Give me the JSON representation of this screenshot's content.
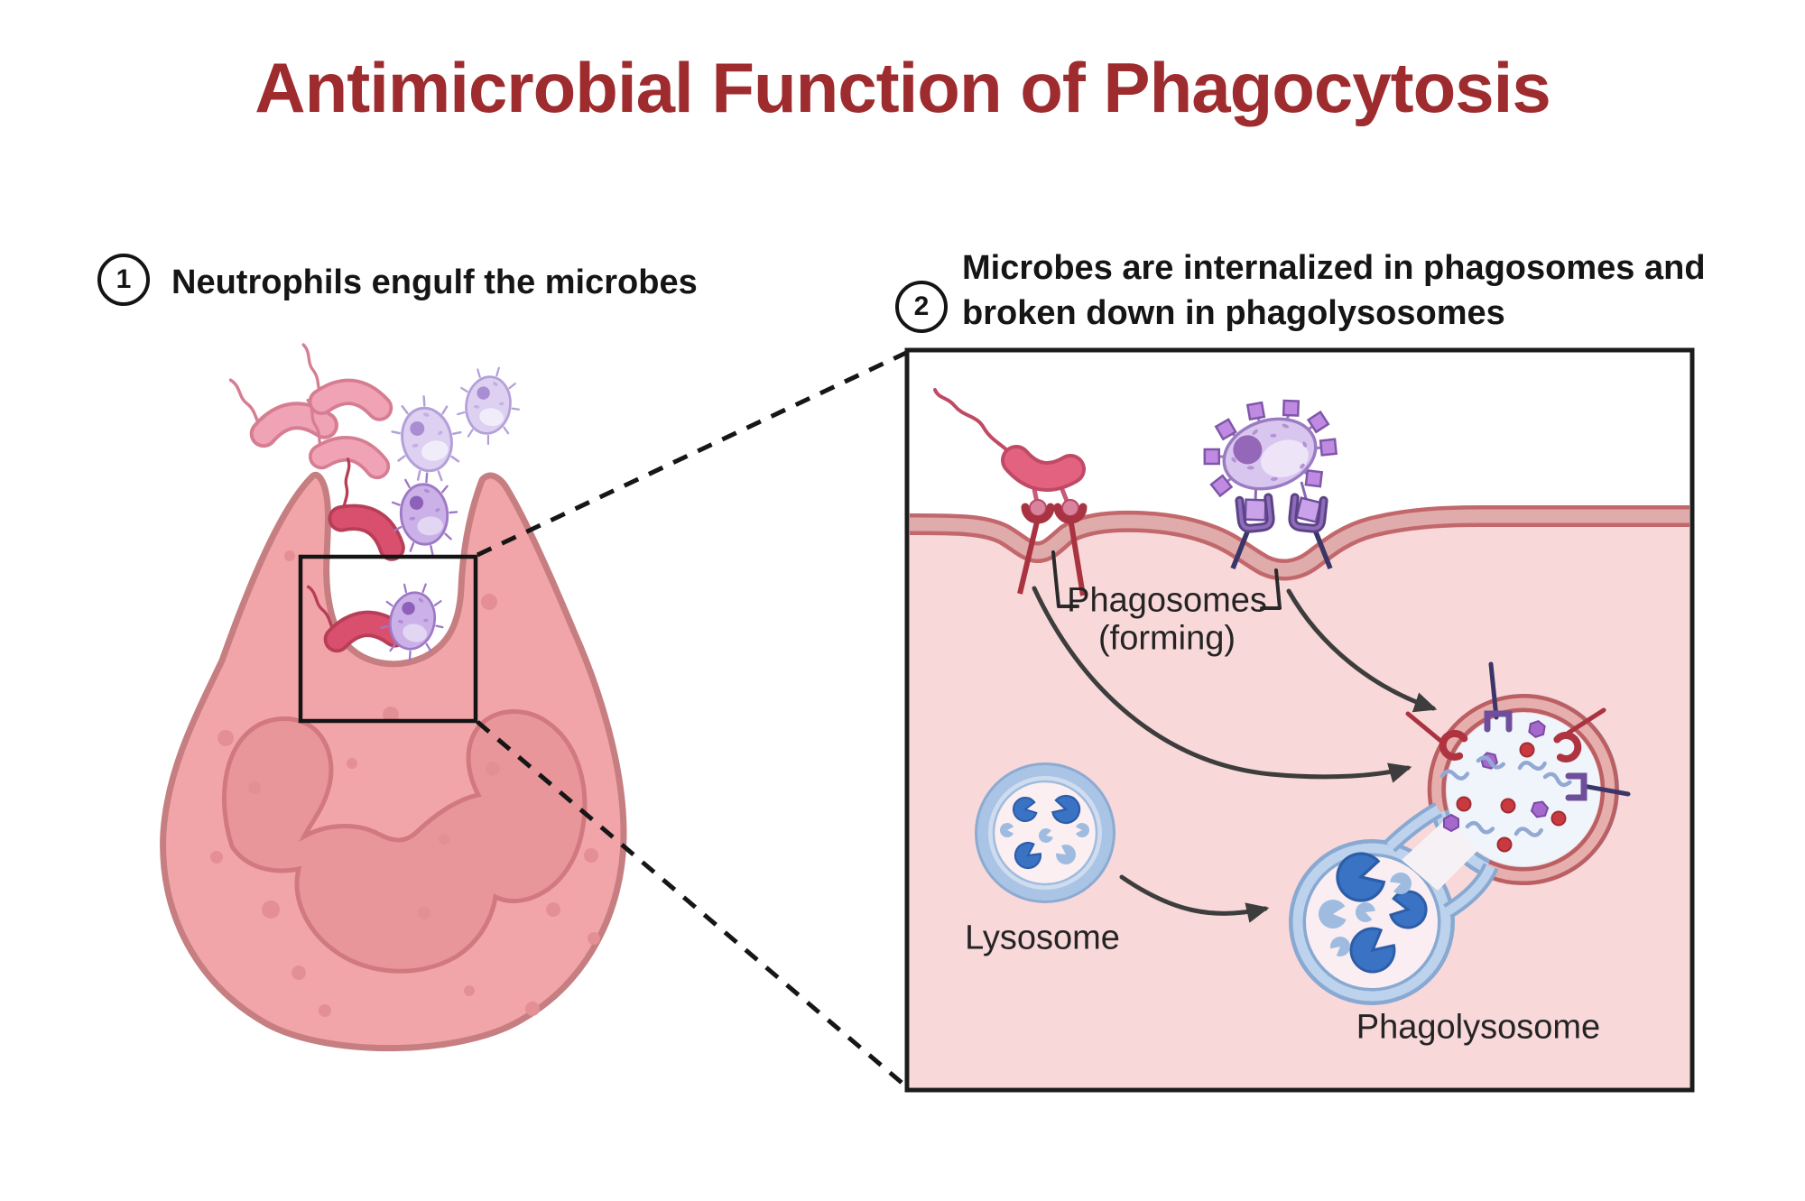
{
  "title": {
    "text": "Antimicrobial Function of Phagocytosis",
    "color": "#9e2b2e"
  },
  "steps": [
    {
      "number": "1",
      "label": "Neutrophils engulf the microbes"
    },
    {
      "number": "2",
      "lines": [
        "Microbes are internalized in phagosomes and",
        "broken down in phagolysosomes"
      ]
    }
  ],
  "panel": {
    "labels": {
      "phagosomes_line1": "Phagosomes",
      "phagosomes_line2": "(forming)",
      "lysosome": "Lysosome",
      "phagolysosome": "Phagolysosome"
    }
  },
  "colors": {
    "title_red": "#9e2b2e",
    "cell_pink": "#f2a5a8",
    "cell_outline": "#c67e81",
    "nucleus_pink": "#e8969a",
    "cytoplasm_pink": "#f9d8d9",
    "membrane_rose": "#c2686c",
    "bacteria_pink": "#f0a3b4",
    "bacteria_dark_pink": "#d94f6e",
    "microbe_purple": "#d9c6ee",
    "receptor_red": "#a93340",
    "receptor_purple": "#5c4385",
    "lysosome_blue": "#a9c3e4",
    "enzyme_blue": "#3a72c4",
    "phagosome_red": "#bb5f63",
    "arrow_gray": "#3d3d3d"
  }
}
